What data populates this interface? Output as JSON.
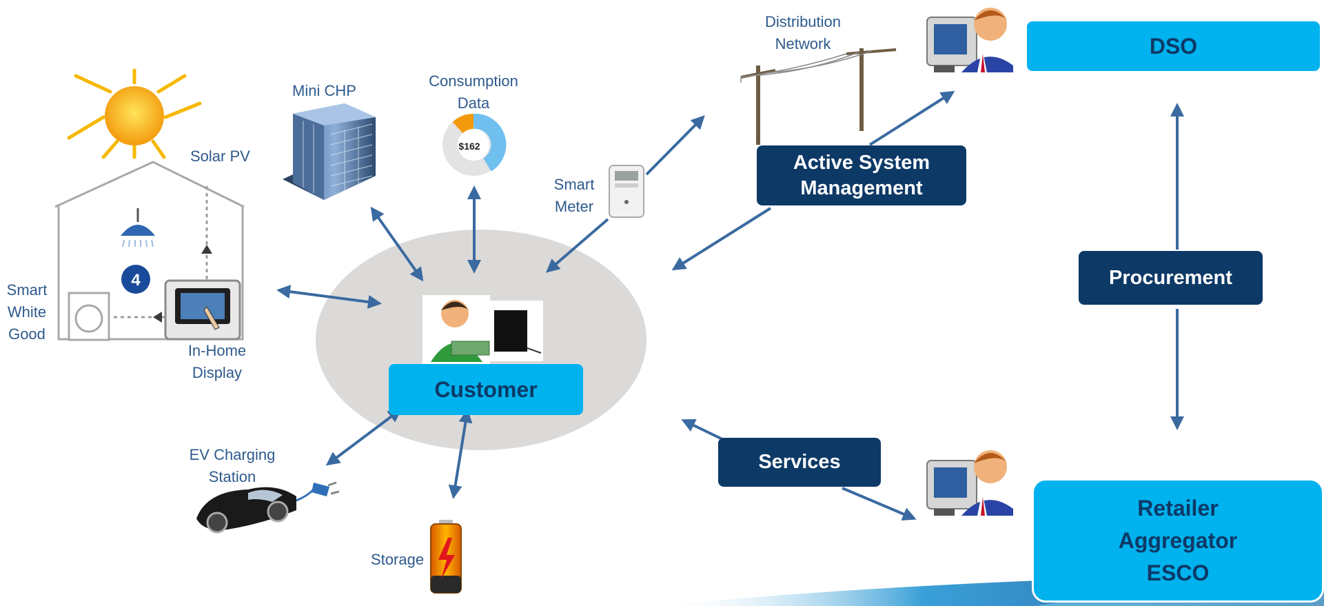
{
  "labels": {
    "solar_pv": "Solar PV",
    "mini_chp": "Mini CHP",
    "consumption_data_1": "Consumption",
    "consumption_data_2": "Data",
    "consumption_value": "$162",
    "smart_meter_1": "Smart",
    "smart_meter_2": "Meter",
    "distribution_network_1": "Distribution",
    "distribution_network_2": "Network",
    "smart_white_good_1": "Smart",
    "smart_white_good_2": "White",
    "smart_white_good_3": "Good",
    "in_home_display_1": "In-Home",
    "in_home_display_2": "Display",
    "house_badge": "4",
    "ev_charging_1": "EV Charging",
    "ev_charging_2": "Station",
    "storage": "Storage"
  },
  "boxes": {
    "customer": "Customer",
    "active_system_management_1": "Active System",
    "active_system_management_2": "Management",
    "services": "Services",
    "dso": "DSO",
    "procurement": "Procurement",
    "retailer": "Retailer",
    "aggregator": "Aggregator",
    "esco": "ESCO"
  },
  "colors": {
    "dark_box": "#0d3966",
    "cyan_box": "#00b2ee",
    "arrow": "#3a6aa0",
    "label_text": "#2e5a8c",
    "ellipse": "#dcdad8"
  }
}
